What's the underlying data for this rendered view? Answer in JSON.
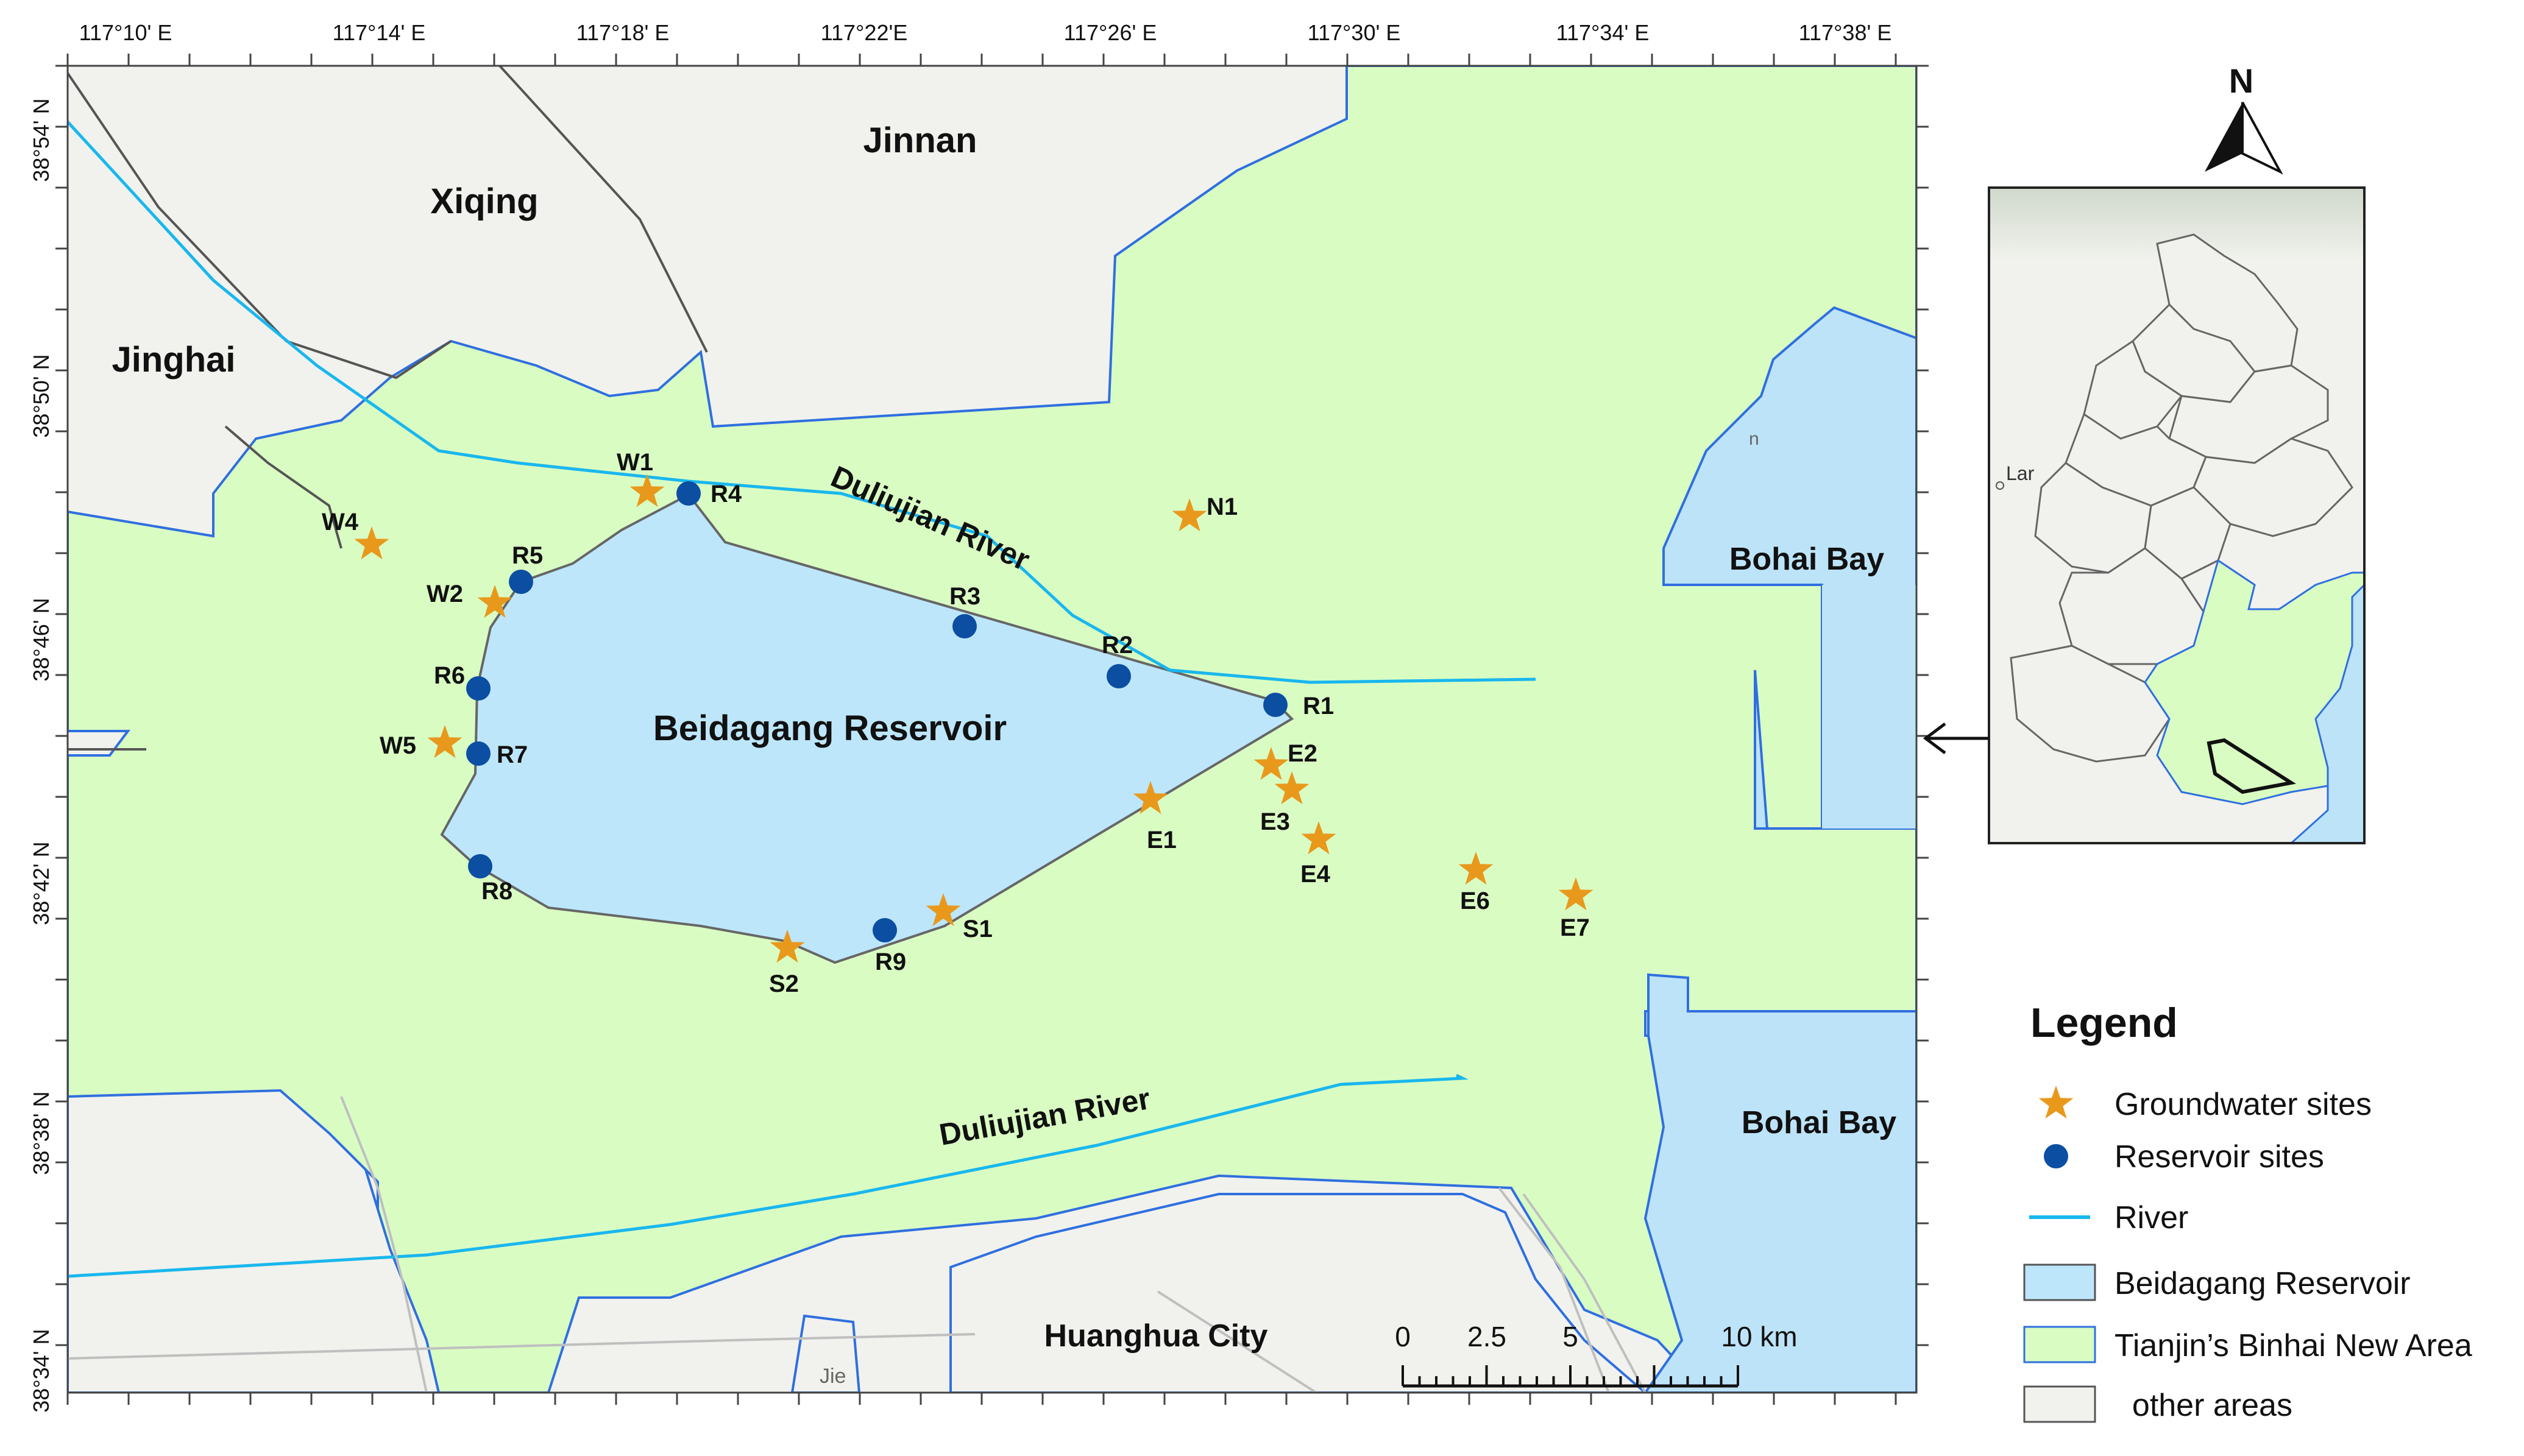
{
  "axes": {
    "top_ticks": [
      "117°10' E",
      "117°14' E",
      "117°18' E",
      "117°22'E",
      "117°26' E",
      "117°30' E",
      "117°34' E",
      "117°38' E"
    ],
    "left_ticks": [
      "38°54' N",
      "38°50' N",
      "38°46' N",
      "38°42' N",
      "38°38' N",
      "38°34' N"
    ]
  },
  "regions": {
    "jinnan": "Jinnan",
    "xiqing": "Xiqing",
    "jinghai": "Jinghai",
    "bohai_bay_1": "Bohai Bay",
    "bohai_bay_2": "Bohai Bay",
    "huanghua": "Huanghua City",
    "reservoir": "Beidagang  Reservoir",
    "partial_1": "Jie",
    "partial_2": "n",
    "inset_partial": "Lar"
  },
  "rivers": {
    "upper": "Duliujian River",
    "lower": "Duliujian River"
  },
  "reservoir_sites": [
    "R1",
    "R2",
    "R3",
    "R4",
    "R5",
    "R6",
    "R7",
    "R8",
    "R9"
  ],
  "groundwater_sites": [
    "W1",
    "W2",
    "W4",
    "W5",
    "N1",
    "E1",
    "E2",
    "E3",
    "E4",
    "E6",
    "E7",
    "S1",
    "S2"
  ],
  "scale_bar": {
    "ticks": [
      "0",
      "2.5",
      "5",
      "10 km"
    ]
  },
  "north_arrow": "N",
  "legend": {
    "title": "Legend",
    "items": [
      {
        "label": "Groundwater sites",
        "icon": "star-icon"
      },
      {
        "label": "Reservoir sites",
        "icon": "dot-icon"
      },
      {
        "label": "River",
        "icon": "line-icon"
      },
      {
        "label": "Beidagang Reservoir",
        "icon": "box-icon"
      },
      {
        "label": "Tianjin’s Binhai New Area",
        "icon": "box-icon"
      },
      {
        "label": "  other areas",
        "icon": "box-icon"
      }
    ]
  },
  "colors": {
    "other_areas": "#f1f2ed",
    "binhai": "#d9fcc3",
    "reservoir": "#bde6fa",
    "sea": "#bde3f8",
    "river": "#19b7ee",
    "sea_border": "#2f6fe0",
    "site_dot": "#0b4ea2",
    "site_star": "#e8991c",
    "text": "#111111"
  }
}
